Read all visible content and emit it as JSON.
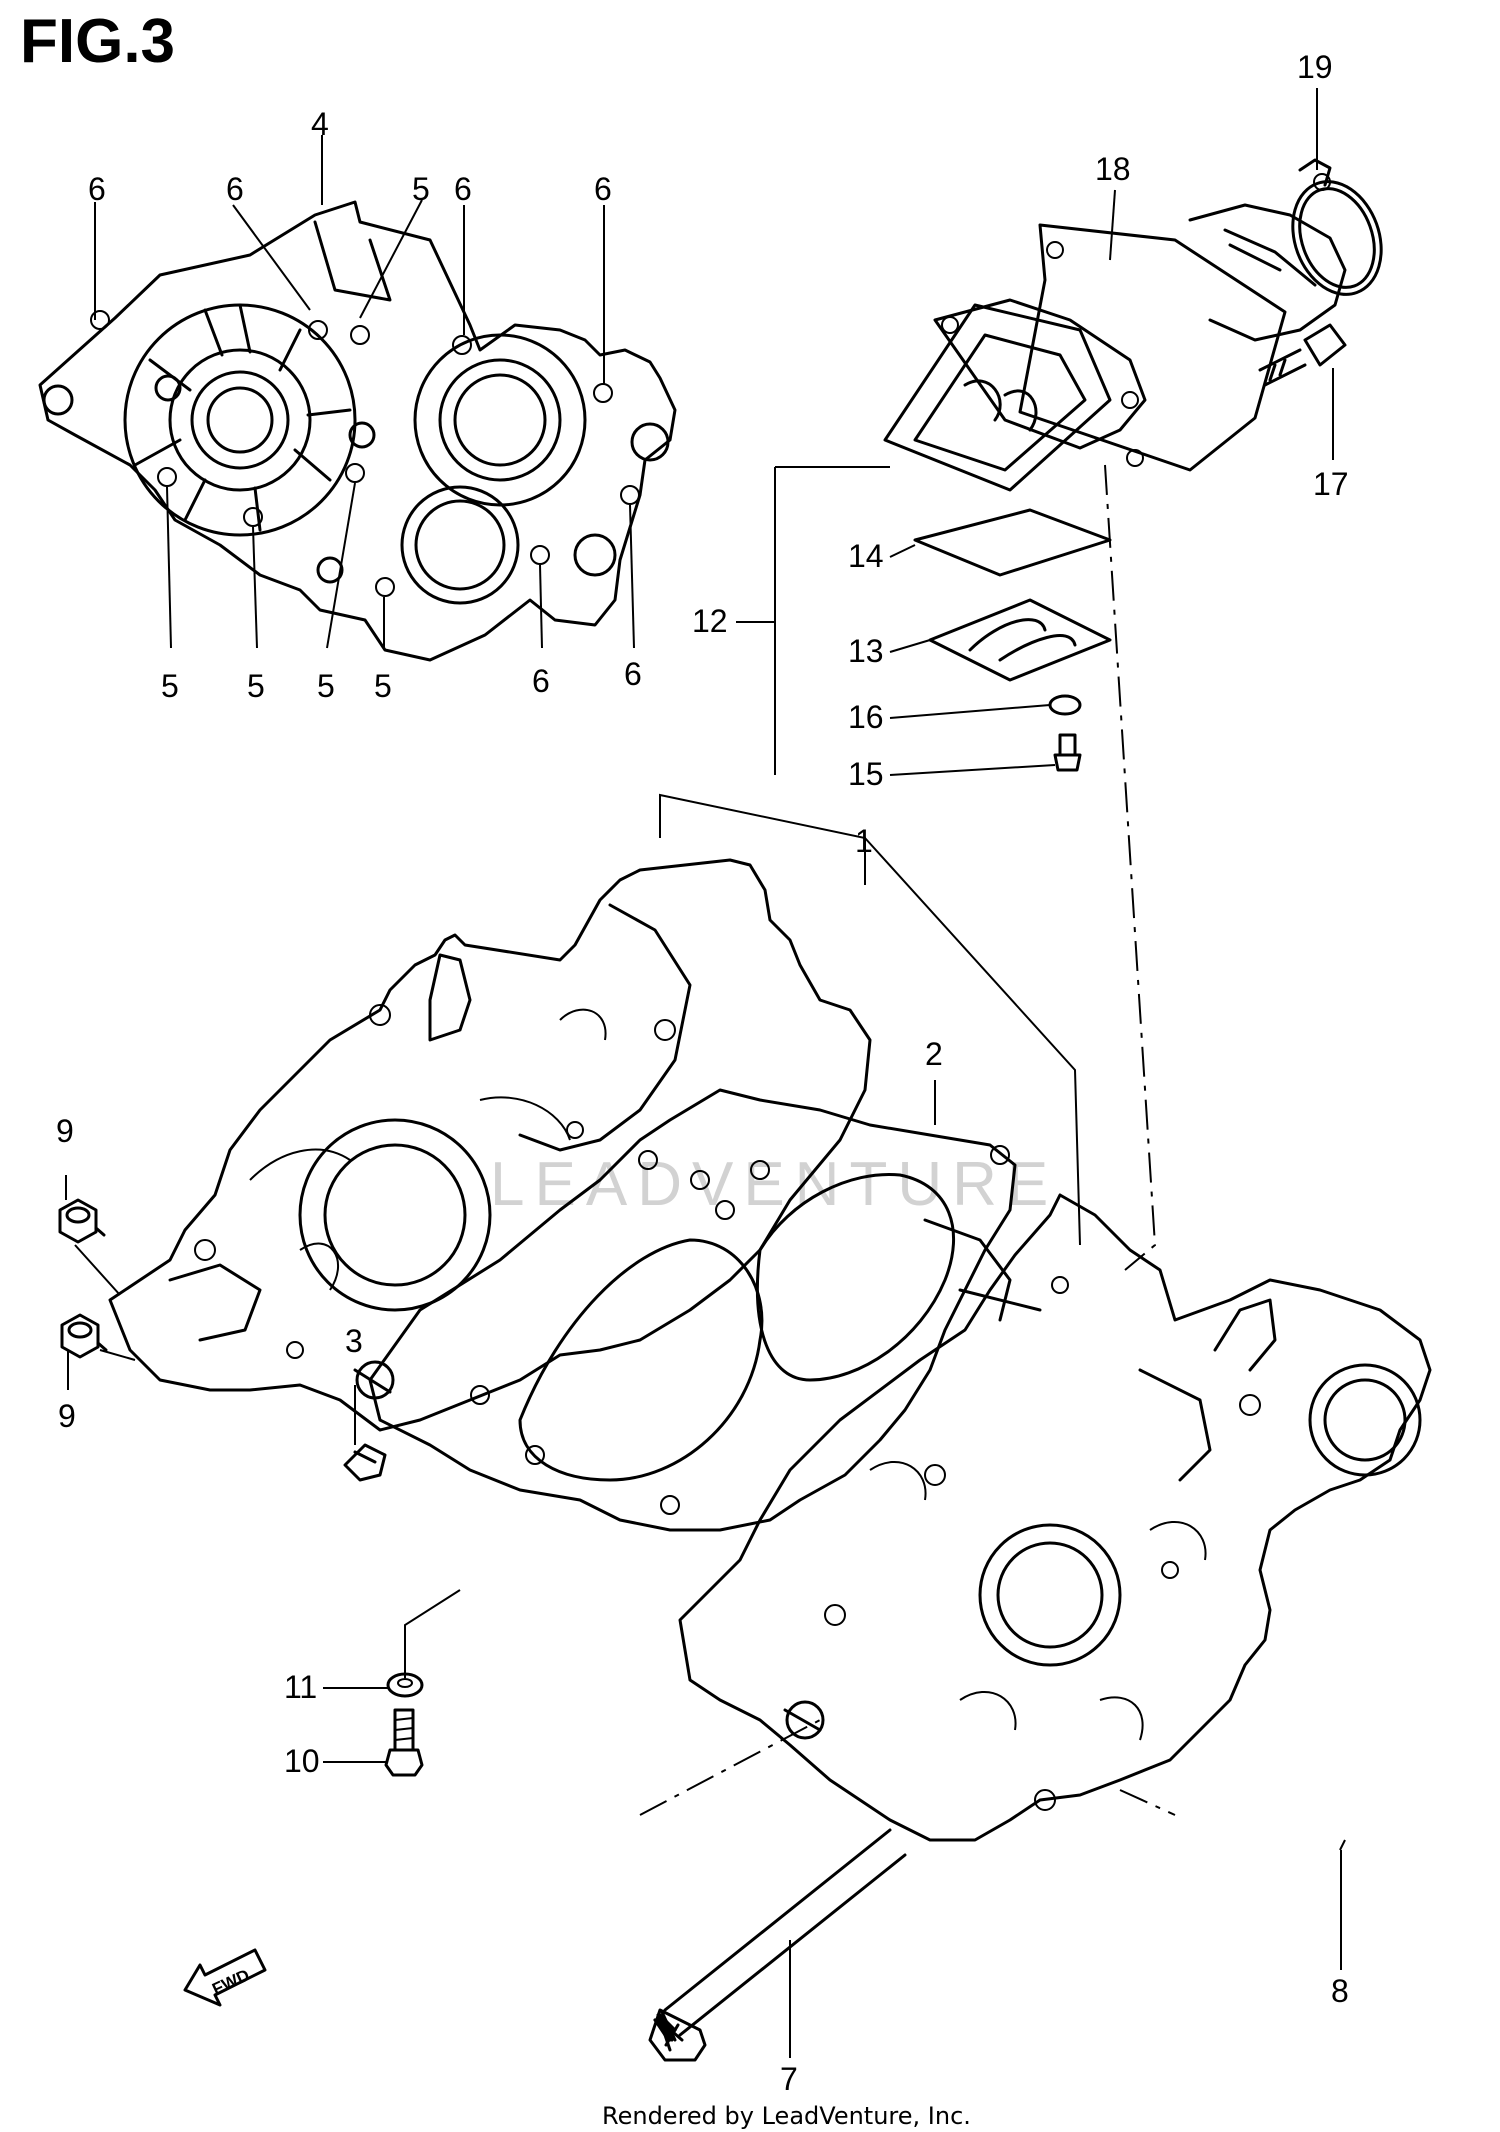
{
  "figure": {
    "title": "FIG.3"
  },
  "watermark": {
    "text": "LEADVENTURE"
  },
  "fwd_label": "FWD",
  "footer": {
    "text": "Rendered by LeadVenture, Inc."
  },
  "callouts": [
    {
      "id": "c4",
      "label": "4"
    },
    {
      "id": "c6a",
      "label": "6"
    },
    {
      "id": "c6b",
      "label": "6"
    },
    {
      "id": "c5a",
      "label": "5"
    },
    {
      "id": "c6c",
      "label": "6"
    },
    {
      "id": "c6d",
      "label": "6"
    },
    {
      "id": "c5b",
      "label": "5"
    },
    {
      "id": "c5c",
      "label": "5"
    },
    {
      "id": "c5d",
      "label": "5"
    },
    {
      "id": "c5e",
      "label": "5"
    },
    {
      "id": "c6e",
      "label": "6"
    },
    {
      "id": "c6f",
      "label": "6"
    },
    {
      "id": "c19",
      "label": "19"
    },
    {
      "id": "c18",
      "label": "18"
    },
    {
      "id": "c17",
      "label": "17"
    },
    {
      "id": "c14",
      "label": "14"
    },
    {
      "id": "c12",
      "label": "12"
    },
    {
      "id": "c13",
      "label": "13"
    },
    {
      "id": "c16",
      "label": "16"
    },
    {
      "id": "c15",
      "label": "15"
    },
    {
      "id": "c1",
      "label": "1"
    },
    {
      "id": "c2",
      "label": "2"
    },
    {
      "id": "c9a",
      "label": "9"
    },
    {
      "id": "c3",
      "label": "3"
    },
    {
      "id": "c9b",
      "label": "9"
    },
    {
      "id": "c11",
      "label": "11"
    },
    {
      "id": "c10",
      "label": "10"
    },
    {
      "id": "c8",
      "label": "8"
    },
    {
      "id": "c7",
      "label": "7"
    }
  ]
}
